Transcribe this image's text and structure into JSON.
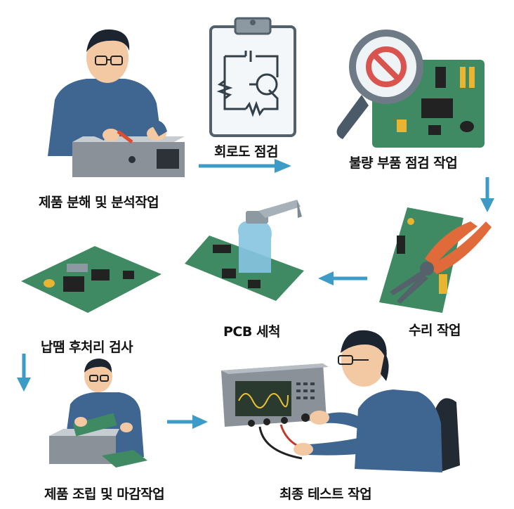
{
  "steps": [
    {
      "id": "disassemble",
      "label": "제품 분해 및 분석작업"
    },
    {
      "id": "circuit",
      "label": "회로도 점검"
    },
    {
      "id": "faulty",
      "label": "불량 부품 점검 작업"
    },
    {
      "id": "repair",
      "label": "수리 작업"
    },
    {
      "id": "pcb",
      "label": "PCB 세척"
    },
    {
      "id": "solder",
      "label": "납땜 후처리 검사"
    },
    {
      "id": "assemble",
      "label": "제품 조립 및 마감작업"
    },
    {
      "id": "final",
      "label": "최종 테스트 작업"
    }
  ],
  "colors": {
    "arrow": "#3d9cc7",
    "shirt": "#3f6690",
    "pcb": "#3f8a63",
    "device": "#8a9198",
    "pliers": "#e06a3a",
    "scope_screen": "#2b3a2e"
  }
}
